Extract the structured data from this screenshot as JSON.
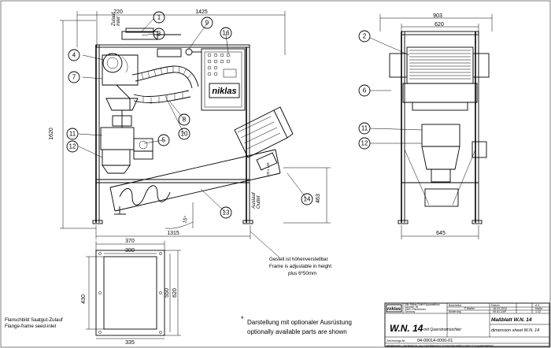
{
  "dimensions": {
    "front_top_left": "220",
    "front_top_width": "1425",
    "front_height": "1620",
    "front_bottom_width": "1315",
    "front_outlet_height": "463",
    "front_angle": "15°",
    "side_top_outer": "903",
    "side_top_inner": "620",
    "side_bottom": "645",
    "flange_outer_w": "370",
    "flange_inner_w": "300",
    "flange_inner_h": "430",
    "flange_outer_h_a": "550",
    "flange_outer_h_b": "620",
    "flange_bottom": "335"
  },
  "callouts": [
    "1",
    "2",
    "3",
    "4",
    "5",
    "6",
    "7",
    "8",
    "9",
    "10",
    "11",
    "12",
    "13",
    "14",
    "16"
  ],
  "side_callouts": [
    "2",
    "6",
    "11",
    "12"
  ],
  "inlet_label": [
    "Zulauf",
    "Inlet"
  ],
  "outlet_label": [
    "Auslauf",
    "Outlet",
    "129 x 129"
  ],
  "stand_note": [
    "Gestell ist höhenverstellbar",
    "Frame is adjustable in height",
    "plus 6*50mm"
  ],
  "flange_caption": [
    "Flanschbild Saatgut-Zulauf",
    "Flange-frame seed-inlet"
  ],
  "optional_note": [
    "Darstellung mit optionaler Ausrüstung",
    "optionally available parts are shown"
  ],
  "logo_panel": "niklas",
  "logo_title": "niklas",
  "title_block": {
    "company_lines": [
      "Villu Niklas GmbH Apparatebau",
      "Dahmstr. 96",
      "40591 Pfarrkirchen",
      "Germany"
    ],
    "model": "W.N. 14",
    "model_suffix": "mit Querstromsichter",
    "sheet_de": "Maßblatt W.N. 14",
    "sheet_en": "dimension sheet W.N. 14",
    "drawing_no_label": "Zeichnungs-Nr.",
    "drawing_no": "04-00014-0000-01",
    "meta_headers": [
      "Bearbeiter",
      "Datum",
      "A 3"
    ],
    "meta_row1": [
      "F.Walter",
      "18.03.2010",
      "Maße"
    ],
    "meta_row2": [
      "Änderung",
      "09.01.14/F",
      "1:12"
    ],
    "footer": "PROPRIETARY + INFORMATION - FALLS MISSBRAUCHT, SO SIND WIR VERPFLICHTET ZU SCHADENSERSATZ"
  }
}
